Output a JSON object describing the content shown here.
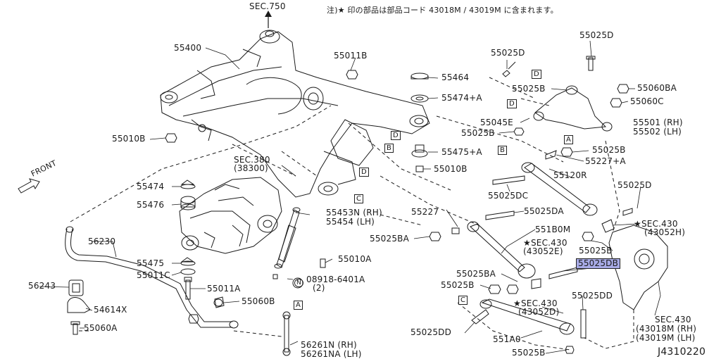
{
  "header_note": "注)★ 印の部品は部品コード 43018M / 43019M に含まれます。",
  "reference_code": "J4310220",
  "direction_label": "FRONT",
  "labels": {
    "sec750": "SEC.750",
    "p55400": "55400",
    "p55011B": "55011B",
    "p55025D_top": "55025D",
    "p55025D_left": "55025D",
    "p55464": "55464",
    "p55025B_1": "55025B",
    "p55060BA": "55060BA",
    "p55474A": "55474+A",
    "p55060C": "55060C",
    "p55045E": "55045E",
    "p55501_rh": "55501 (RH)",
    "p55502_lh": "55502 (LH)",
    "p55025B_2": "55025B",
    "p55010B_1": "55010B",
    "p55475A": "55475+A",
    "p55025B_3": "55025B",
    "p55227A": "55227+A",
    "p55010B_2": "55010B",
    "sec380": "SEC.380",
    "sec380_sub": "(38300)",
    "p55120R": "55120R",
    "p55474": "55474",
    "p55025DC": "55025DC",
    "p55025D_right": "55025D",
    "p55476": "55476",
    "p55453N": "55453N (RH)",
    "p55454": "55454  (LH)",
    "p55227": "55227",
    "p55025DA": "55025DA",
    "sec430_52h": "SEC.430",
    "sec430_52h_sub": "(43052H)",
    "p56230": "56230",
    "p55025BA_1": "55025BA",
    "p551B0M": "551B0M",
    "sec430_52e": "SEC.430",
    "sec430_52e_sub": "(43052E)",
    "p55025B_4": "55025B",
    "p55475": "55475",
    "p55010A": "55010A",
    "p55025DB": "55025DB",
    "p55011C": "55011C",
    "p55025BA_2": "55025BA",
    "nut_part": "08918-6401A",
    "nut_qty": "(2)",
    "nut_prefix": "N",
    "p56243": "56243",
    "p55011A": "55011A",
    "p55025B_5": "55025B",
    "p55025DD_1": "55025DD",
    "p54614X": "54614X",
    "p55060B": "55060B",
    "sec430_52d": "SEC.430",
    "sec430_52d_sub": "(43052D)",
    "sec430_main": "SEC.430",
    "p43018M": "(43018M (RH)",
    "p43019M": "(43019M (LH)",
    "p55060A": "55060A",
    "p55025DD_2": "55025DD",
    "p551A0": "551A0",
    "p56261N": "56261N (RH)",
    "p56261NA": "56261NA (LH)",
    "p55025B_6": "55025B"
  },
  "callout_letters": {
    "A": "A",
    "B": "B",
    "C": "C",
    "D": "D"
  },
  "star_symbol": "★",
  "highlight_color": "#a8abe6",
  "line_color": "#1a1a1a"
}
